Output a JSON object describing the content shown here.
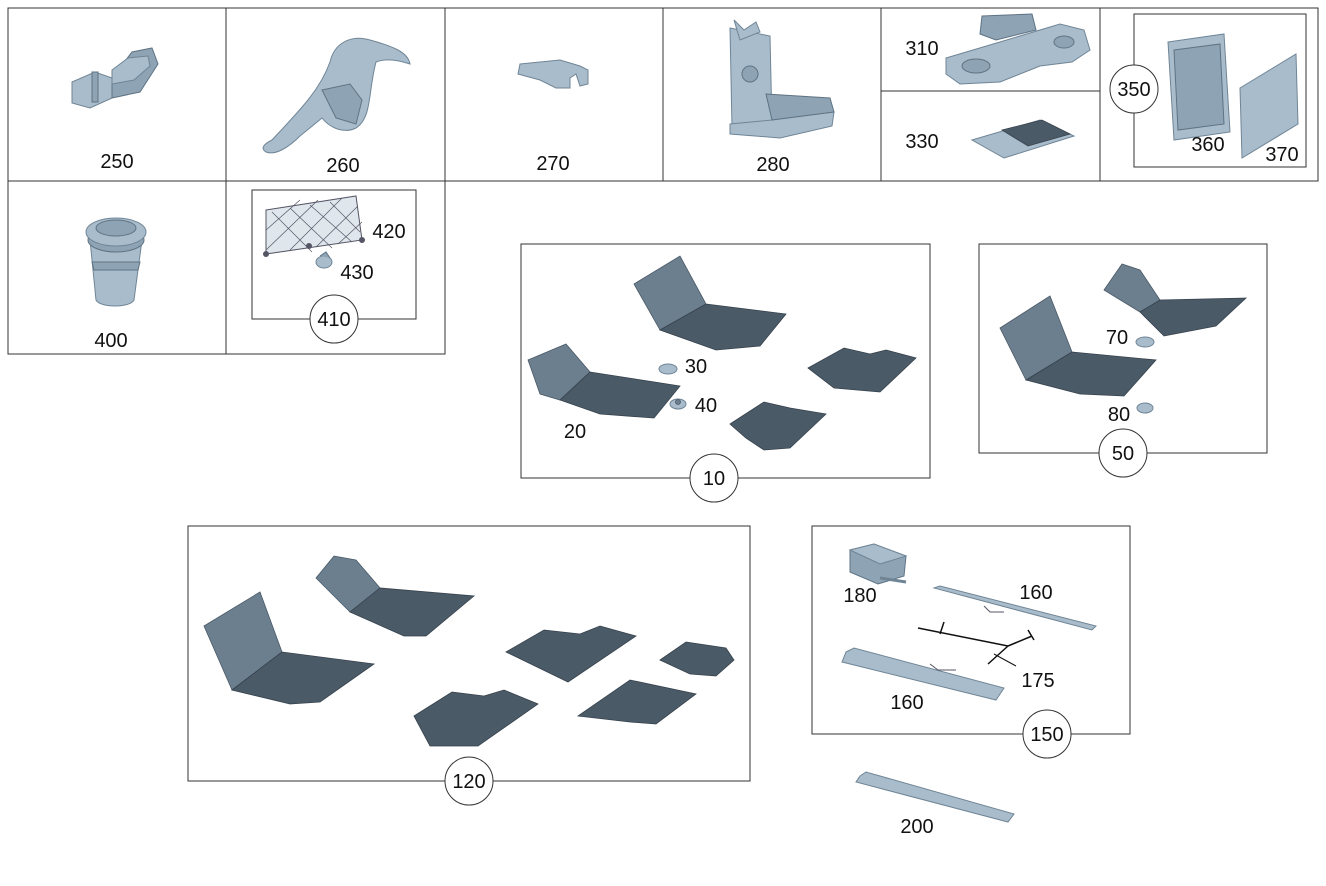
{
  "accessory_grid": {
    "row1": [
      {
        "id": "cell-250",
        "labels": [
          "250"
        ]
      },
      {
        "id": "cell-260",
        "labels": [
          "260"
        ]
      },
      {
        "id": "cell-270",
        "labels": [
          "270"
        ]
      },
      {
        "id": "cell-280",
        "labels": [
          "280"
        ]
      },
      {
        "id": "cell-310-330",
        "labels": [
          "310",
          "330"
        ]
      },
      {
        "id": "cell-350",
        "labels": [
          "350",
          "360",
          "370"
        ]
      }
    ],
    "row2": [
      {
        "id": "cell-400",
        "labels": [
          "400"
        ]
      },
      {
        "id": "cell-410",
        "labels": [
          "410",
          "420",
          "430"
        ]
      }
    ]
  },
  "assemblies": {
    "set_10": {
      "callout": "10",
      "parts": [
        "20",
        "30",
        "40"
      ]
    },
    "set_50": {
      "callout": "50",
      "parts": [
        "70",
        "80"
      ]
    },
    "set_120": {
      "callout": "120",
      "parts": []
    },
    "set_150": {
      "callout": "150",
      "parts": [
        "180",
        "160",
        "175",
        "160"
      ]
    },
    "loose_200": {
      "label": "200"
    }
  },
  "colors": {
    "part_light": "#a9bccb",
    "mat_dark": "#4b5a67",
    "mat_side": "#6c7f8f",
    "frame": "#333333"
  }
}
